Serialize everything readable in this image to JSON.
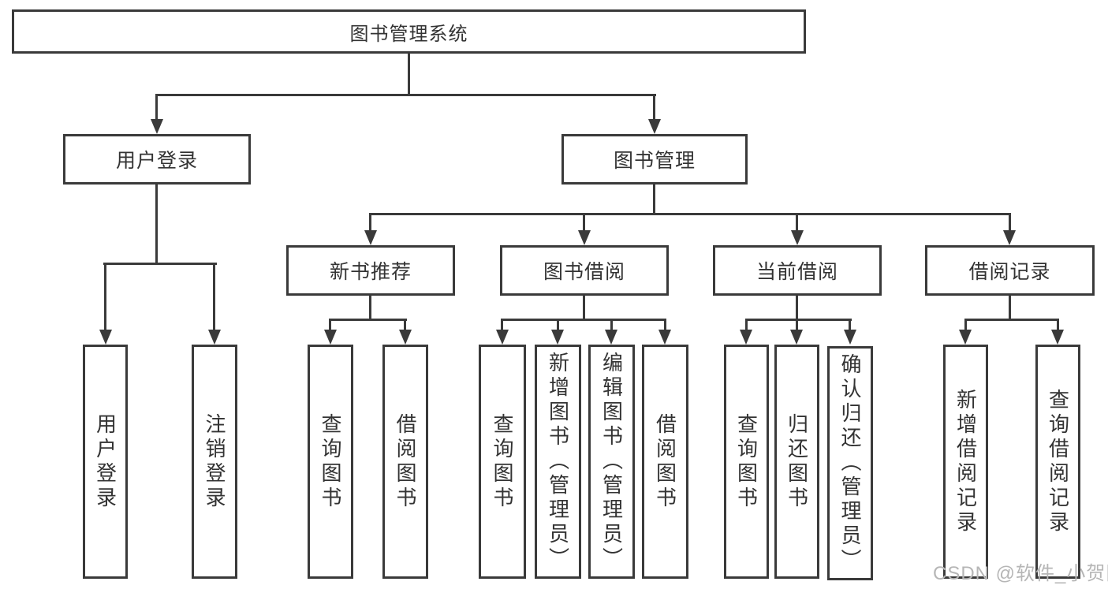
{
  "root": {
    "label": "图书管理系统"
  },
  "branches": {
    "user_login": {
      "label": "用户登录",
      "leaves": [
        {
          "label": "用户登录"
        },
        {
          "label": "注销登录"
        }
      ]
    },
    "book_mgmt": {
      "label": "图书管理",
      "groups": [
        {
          "label": "新书推荐",
          "leaves": [
            {
              "label": "查询图书"
            },
            {
              "label": "借阅图书"
            }
          ]
        },
        {
          "label": "图书借阅",
          "leaves": [
            {
              "label": "查询图书"
            },
            {
              "label": "新增图书（管理员）"
            },
            {
              "label": "编辑图书（管理员）"
            },
            {
              "label": "借阅图书"
            }
          ]
        },
        {
          "label": "当前借阅",
          "leaves": [
            {
              "label": "查询图书"
            },
            {
              "label": "归还图书"
            },
            {
              "label": "确认归还（管理员）"
            }
          ]
        },
        {
          "label": "借阅记录",
          "leaves": [
            {
              "label": "新增借阅记录"
            },
            {
              "label": "查询借阅记录"
            }
          ]
        }
      ]
    }
  },
  "watermark": "CSDN @软件_小贺同学",
  "colors": {
    "line": "#3a3a3a",
    "text": "#333333",
    "watermark": "#b6b6b6"
  }
}
